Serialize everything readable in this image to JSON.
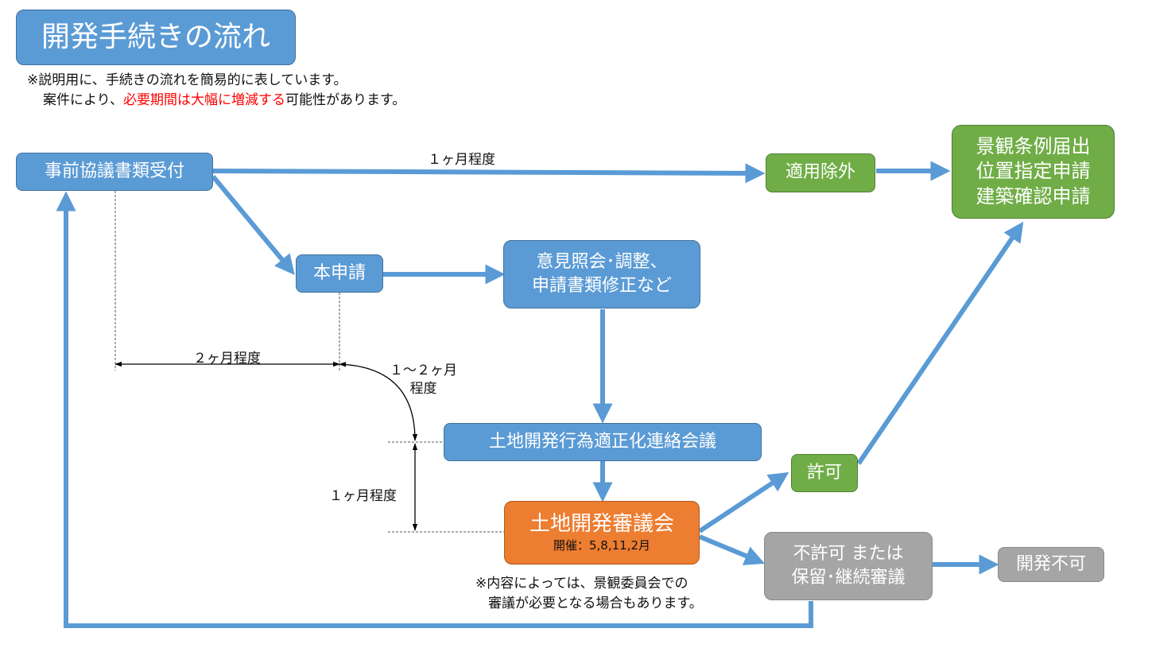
{
  "title": "開発手続きの流れ",
  "notes": {
    "line1": "※説明用に、手続きの流れを簡易的に表しています。",
    "line2_a": "案件により、",
    "line2_red": "必要期間は大幅に増減する",
    "line2_b": "可能性があります。"
  },
  "boxes": {
    "pre_consult": "事前協議書類受付",
    "exemption": "適用除外",
    "landscape_1": "景観条例届出",
    "landscape_2": "位置指定申請",
    "landscape_3": "建築確認申請",
    "main_apply": "本申請",
    "opinion_1": "意見照会･調整、",
    "opinion_2": "申請書類修正など",
    "liaison": "土地開発行為適正化連絡会議",
    "council": "土地開発審議会",
    "council_sub": "開催：5,8,11,2月",
    "permit": "許可",
    "reject_1": "不許可 または",
    "reject_2": "保留･継続審議",
    "no_dev": "開発不可"
  },
  "labels": {
    "one_month_top": "１ヶ月程度",
    "two_months": "２ヶ月程度",
    "one_two_1": "１～２ヶ月",
    "one_two_2": "程度",
    "one_month_left": "１ヶ月程度",
    "council_note_1": "※内容によっては、景観委員会での",
    "council_note_2": "審議が必要となる場合もあります。"
  },
  "colors": {
    "blue": "#5b9bd5",
    "green": "#70ad47",
    "orange": "#ed7d31",
    "gray": "#a5a5a5",
    "red": "#ff0000"
  }
}
